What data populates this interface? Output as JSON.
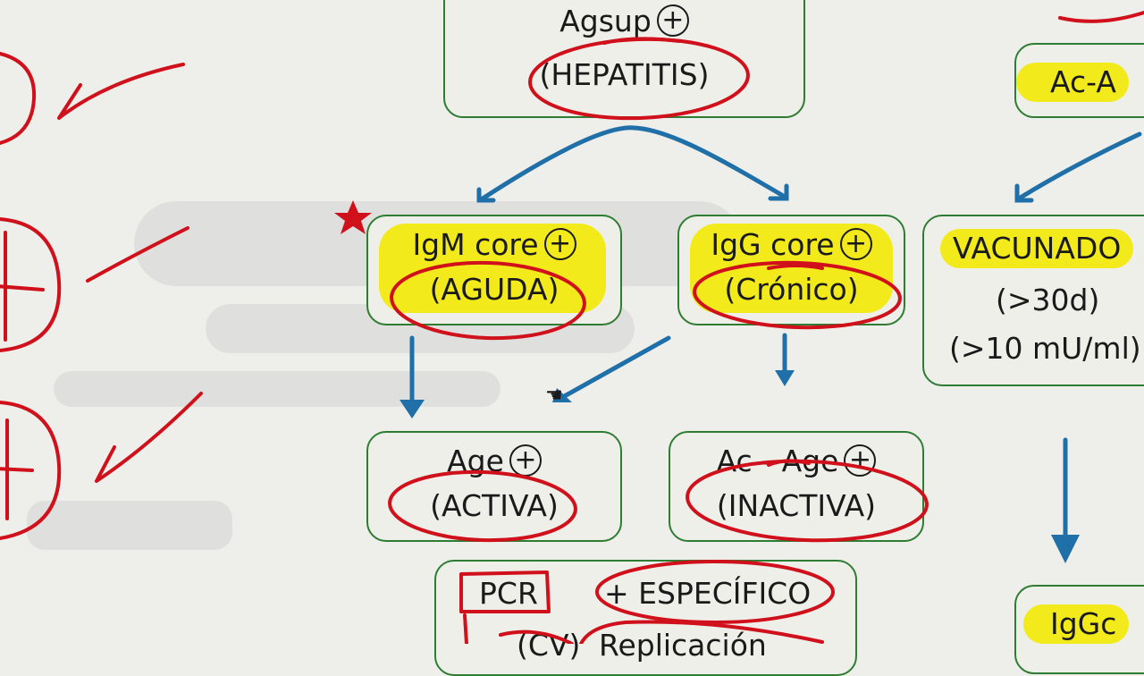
{
  "hbsag": {
    "label": "Agsup",
    "sub": "(HEPATITIS)"
  },
  "igm": {
    "label": "IgM core",
    "sub": "(AGUDA)"
  },
  "igg": {
    "label": "IgG core",
    "sub": "(Crónico)"
  },
  "vacunado": {
    "label": "VACUNADO",
    "line2": "(>30d)",
    "line3": "(>10 mU/ml)"
  },
  "acag": {
    "label": "Ac-A"
  },
  "age": {
    "label": "Age",
    "sub": "(ACTIVA)"
  },
  "acage": {
    "label": "Ac - Age",
    "sub": "(INACTIVA)"
  },
  "pcr": {
    "label": "PCR",
    "result": "+ ESPECÍFICO",
    "line2_left": "(CV)",
    "line2_right": "Replicación"
  },
  "iggc": {
    "label": "IgGc"
  },
  "colors": {
    "box_border": "#2e7d32",
    "highlight": "#f2ea1a",
    "arrow": "#1f6fa8",
    "ink": "#d0101a"
  }
}
